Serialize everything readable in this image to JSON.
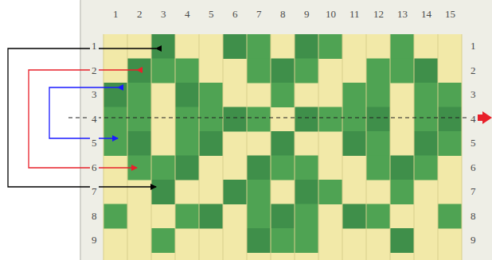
{
  "diagram": {
    "labels": [
      "1",
      "2",
      "3",
      "4",
      "5",
      "6",
      "7",
      "8",
      "9",
      "10",
      "11",
      "12",
      "13",
      "14",
      "15",
      "1",
      "2",
      "3",
      "4",
      "5",
      "6",
      "7",
      "8",
      "9",
      "1",
      "2",
      "3",
      "4",
      "5",
      "6",
      "7",
      "8",
      "9"
    ]
  }
}
